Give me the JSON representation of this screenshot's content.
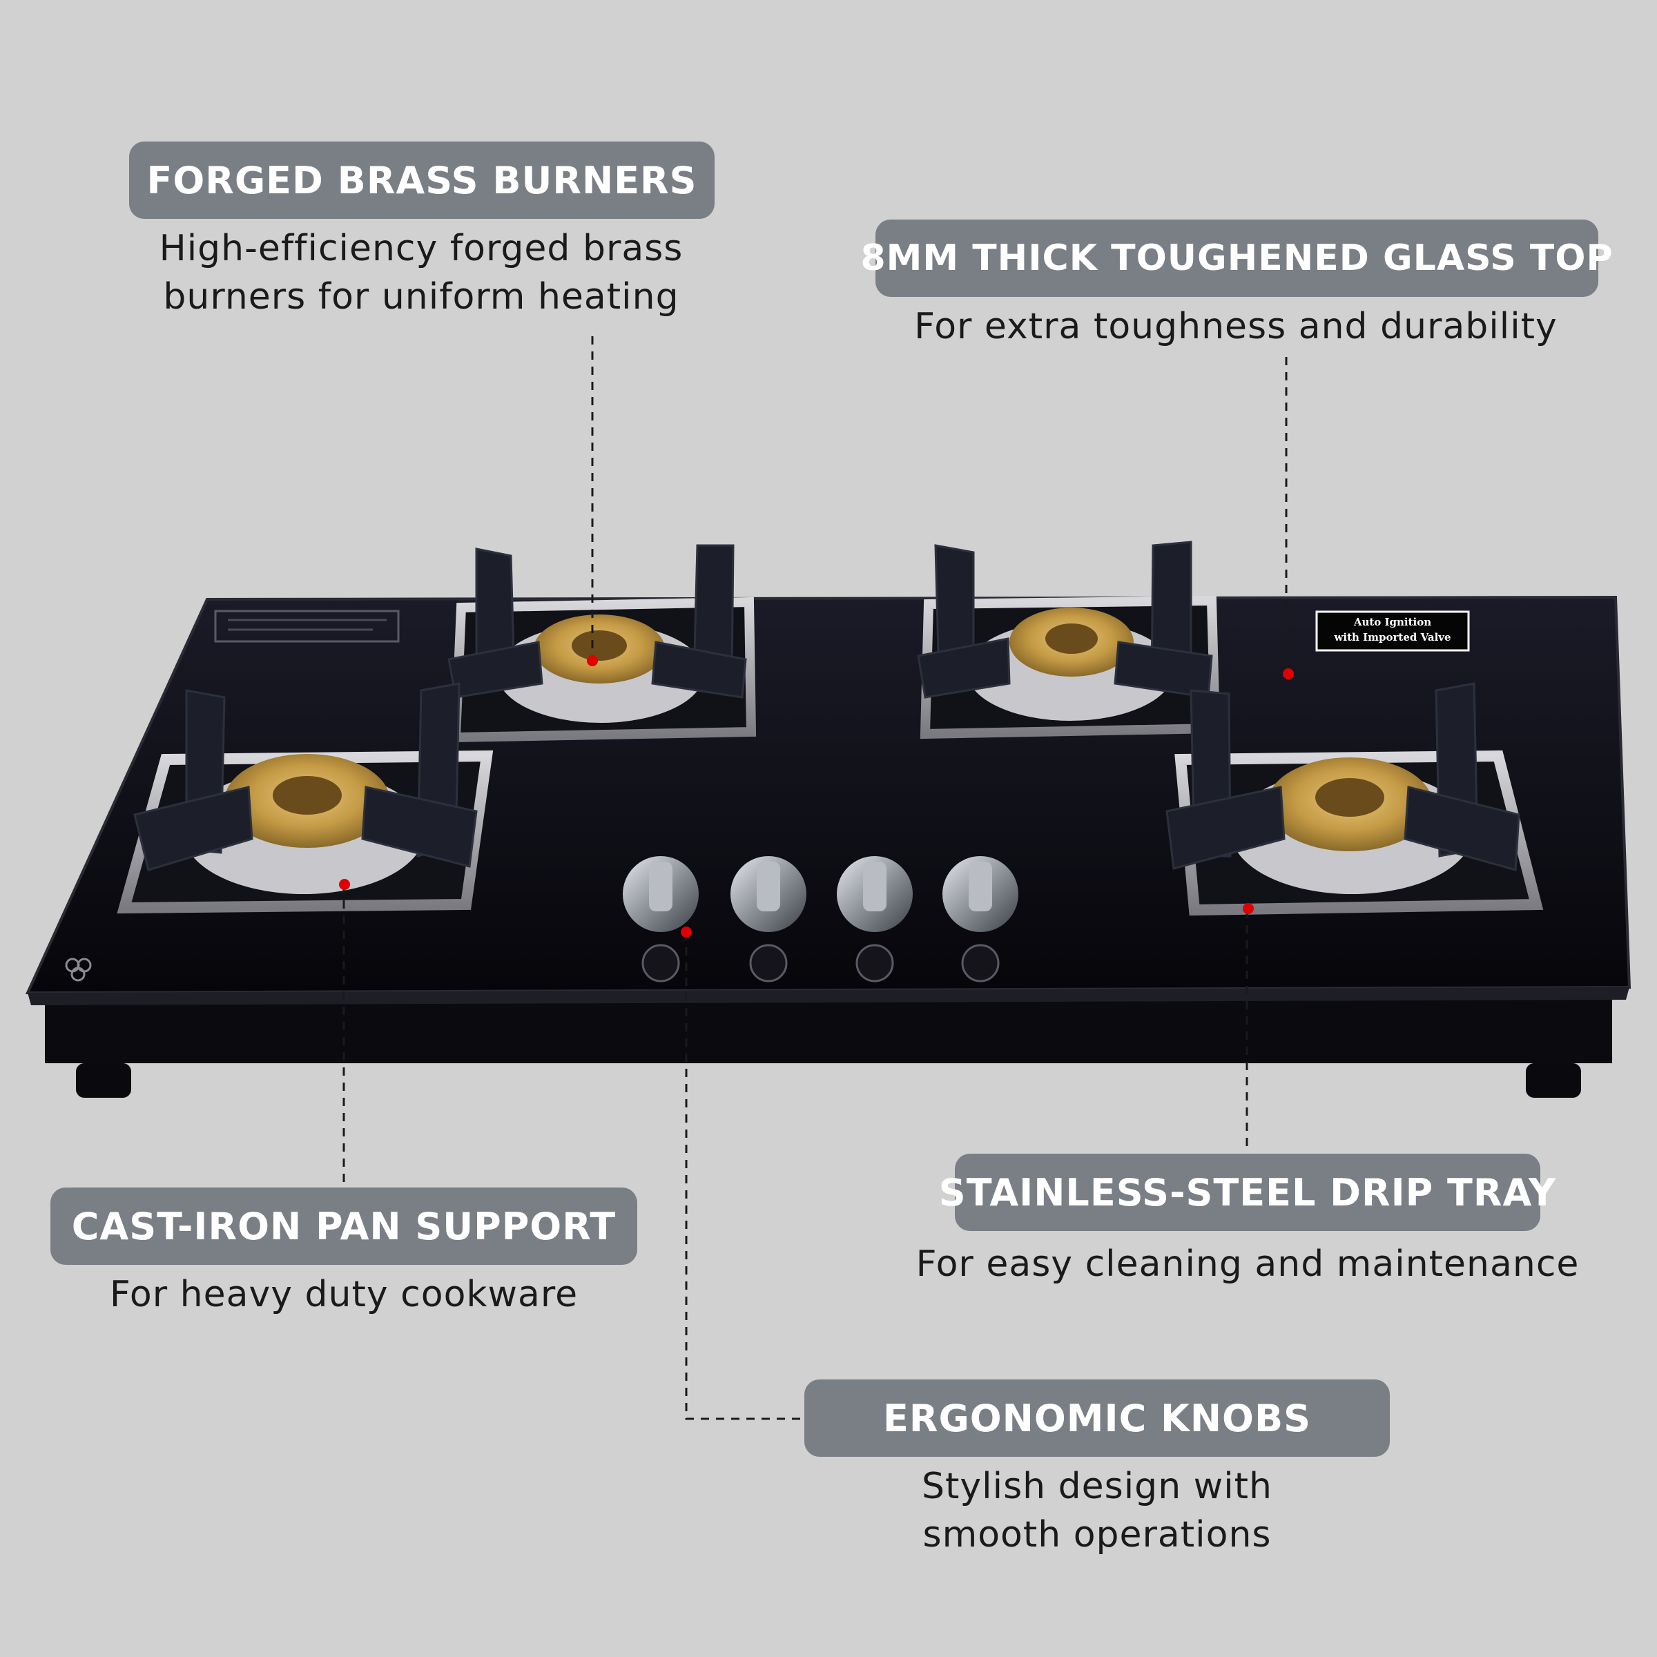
{
  "features": [
    {
      "title": "FORGED BRASS BURNERS",
      "desc1": "High-efficiency forged brass",
      "desc2": "burners for uniform heating"
    },
    {
      "title": "8MM THICK TOUGHENED GLASS TOP",
      "desc1": "For extra toughness and durability"
    },
    {
      "title": "CAST-IRON PAN SUPPORT",
      "desc1": "For heavy duty cookware"
    },
    {
      "title": "STAINLESS-STEEL DRIP TRAY",
      "desc1": "For easy cleaning and maintenance"
    },
    {
      "title": "ERGONOMIC KNOBS",
      "desc1": "Stylish design with",
      "desc2": "smooth operations"
    }
  ],
  "product": {
    "sticker_line1": "Auto Ignition",
    "sticker_line2": "with Imported Valve"
  },
  "colors": {
    "background": "#d1d1d1",
    "pill": "#7a7e85",
    "marker": "#e00000",
    "glass": "#0d0d14",
    "brass": "#c49a45"
  }
}
